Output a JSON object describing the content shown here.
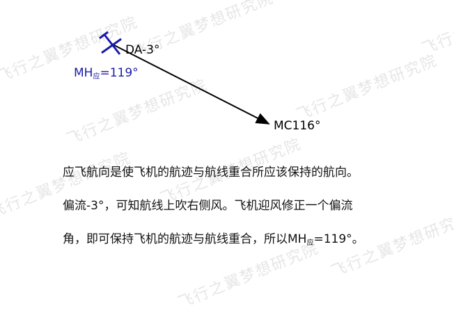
{
  "watermark": "飞行之翼梦想研究院",
  "diagram": {
    "drift_label": "DA-3°",
    "heading_main": "MH",
    "heading_sub": "应",
    "heading_value": "=119°",
    "course_label": "MC116°",
    "colors": {
      "line": "#000000",
      "heading": "#1a1aa8",
      "symbol": "#1a1aa8"
    }
  },
  "explanation": {
    "line1": "应飞航向是使飞机的航迹与航线重合所应该保持的航向。",
    "line2": "偏流-3°，可知航线上吹右侧风。飞机迎风修正一个偏流",
    "line3_prefix": "角，即可保持飞机的航迹与航线重合，所以MH",
    "line3_sub": "应",
    "line3_suffix": "=119°。"
  }
}
